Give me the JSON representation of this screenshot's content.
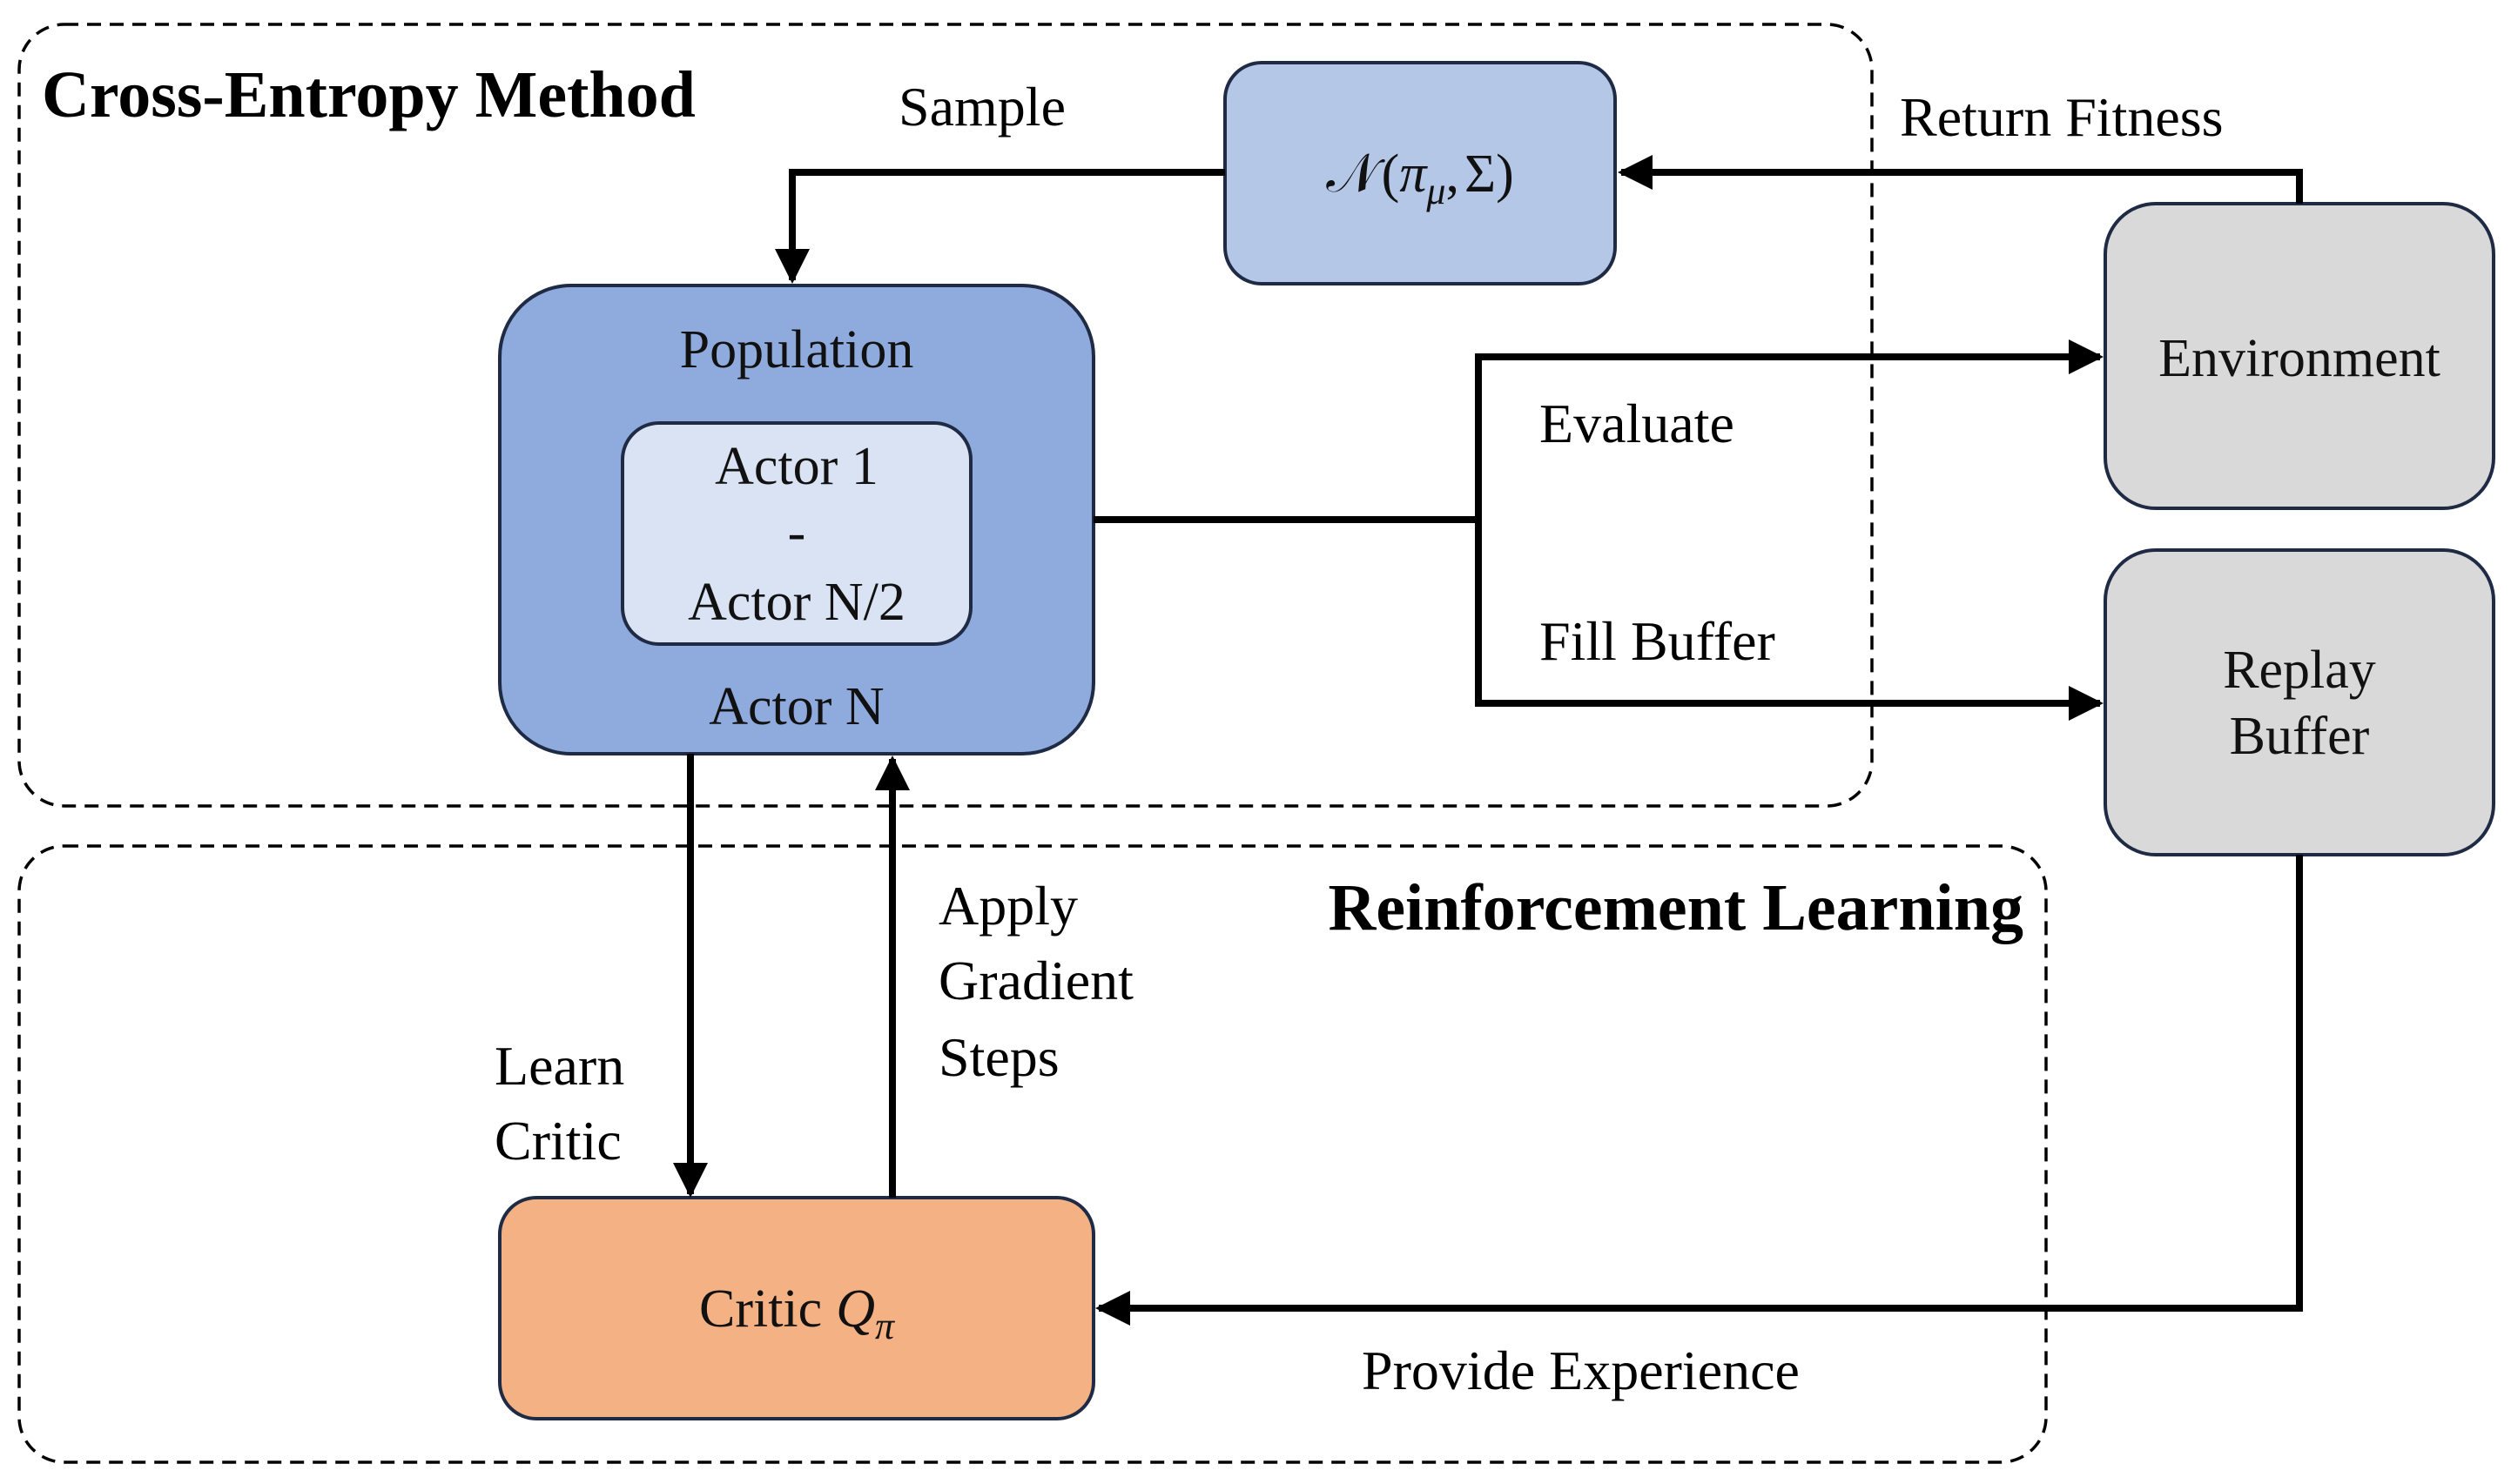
{
  "groups": {
    "cem_title": "Cross-Entropy Method",
    "rl_title": "Reinforcement Learning"
  },
  "nodes": {
    "distribution": {
      "symbol": "𝒩",
      "open": "(",
      "pi": "π",
      "mu": "μ",
      "comma": ",",
      "sigma": "Σ",
      "close": ")"
    },
    "population": {
      "title": "Population",
      "inner_line1": "Actor 1",
      "inner_line2": "-",
      "inner_line3": "Actor N/2",
      "bottom_label": "Actor N"
    },
    "environment": {
      "label": "Environment"
    },
    "replay_buffer": {
      "line1": "Replay",
      "line2": "Buffer"
    },
    "critic": {
      "prefix": "Critic",
      "q": "Q",
      "sub": "π"
    }
  },
  "edges": {
    "sample": "Sample",
    "return_fitness": "Return Fitness",
    "evaluate": "Evaluate",
    "fill_buffer": "Fill Buffer",
    "learn_critic_line1": "Learn",
    "learn_critic_line2": "Critic",
    "apply_line1": "Apply",
    "apply_line2": "Gradient",
    "apply_line3": "Steps",
    "provide_experience": "Provide Experience"
  },
  "colors": {
    "distribution_fill": "#b4c7e7",
    "population_fill": "#8faadc",
    "actors_fill": "#dae3f3",
    "gray_fill": "#d9d9d9",
    "critic_fill": "#f4b183",
    "stroke": "#1f2a44"
  }
}
